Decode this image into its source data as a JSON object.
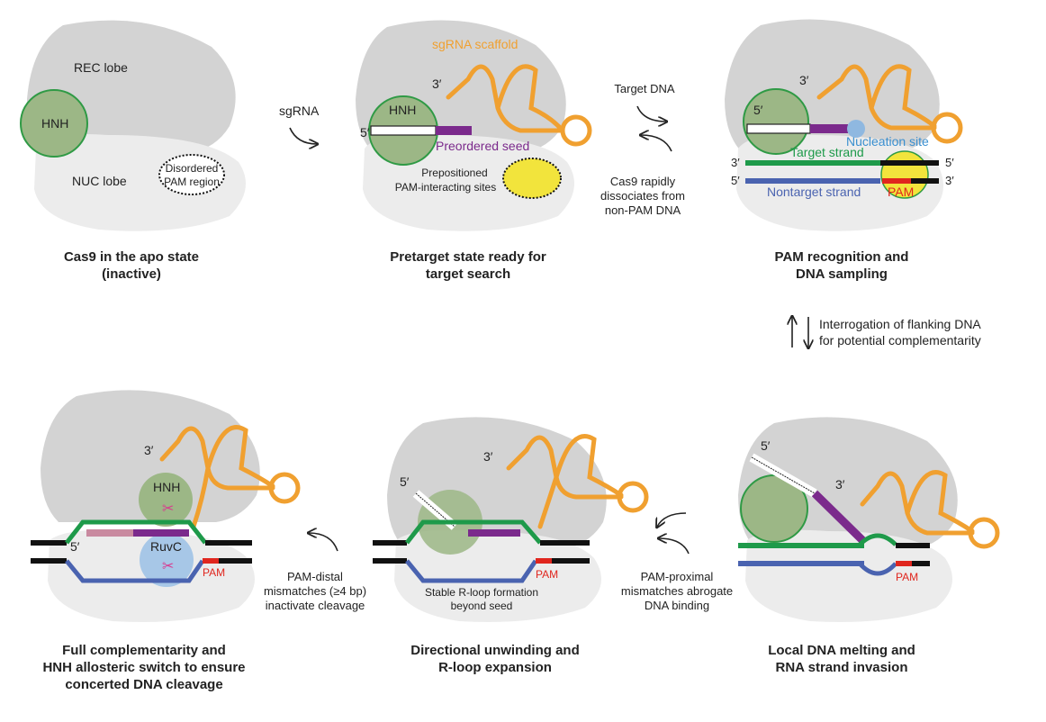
{
  "panel1": {
    "rec_lobe": "REC lobe",
    "hnh": "HNH",
    "nuc_lobe": "NUC lobe",
    "disordered_1": "Disordered",
    "disordered_2": "PAM region",
    "caption_1": "Cas9 in the apo state",
    "caption_2": "(inactive)"
  },
  "arrow1": {
    "label": "sgRNA"
  },
  "panel2": {
    "scaffold": "sgRNA scaffold",
    "three_prime": "3′",
    "five_prime": "5′",
    "hnh": "HNH",
    "seed": "Preordered seed",
    "sites_1": "Prepositioned",
    "sites_2": "PAM-interacting sites",
    "caption_1": "Pretarget state ready for",
    "caption_2": "target search"
  },
  "arrow2": {
    "label_top": "Target DNA",
    "label_bottom_1": "Cas9 rapidly",
    "label_bottom_2": "dissociates from",
    "label_bottom_3": "non-PAM DNA"
  },
  "panel3": {
    "three_prime": "3′",
    "five_prime": "5′",
    "nucleation": "Nucleation site",
    "target_strand": "Target strand",
    "nontarget_strand": "Nontarget strand",
    "pam": "PAM",
    "end_tl": "3′",
    "end_tr": "5′",
    "end_bl": "5′",
    "end_br": "3′",
    "caption_1": "PAM recognition and",
    "caption_2": "DNA sampling"
  },
  "arrow_vertical": {
    "label_1": "Interrogation of flanking DNA",
    "label_2": "for potential complementarity"
  },
  "panel4": {
    "three_prime": "3′",
    "five_prime": "5′",
    "pam": "PAM",
    "caption_1": "Local DNA melting and",
    "caption_2": "RNA strand invasion"
  },
  "arrow4": {
    "label_1": "PAM-proximal",
    "label_2": "mismatches abrogate",
    "label_3": "DNA binding"
  },
  "panel5": {
    "three_prime": "3′",
    "five_prime": "5′",
    "pam": "PAM",
    "rloop_1": "Stable R-loop formation",
    "rloop_2": "beyond seed",
    "caption_1": "Directional unwinding and",
    "caption_2": "R-loop expansion"
  },
  "arrow5": {
    "label_1": "PAM-distal",
    "label_2": "mismatches (≥4 bp)",
    "label_3": "inactivate cleavage"
  },
  "panel6": {
    "three_prime": "3′",
    "five_prime": "5′",
    "hnh": "HNH",
    "ruvc": "RuvC",
    "pam": "PAM",
    "caption_1": "Full complementarity and",
    "caption_2": "HNH allosteric switch to ensure",
    "caption_3": "concerted DNA cleavage"
  },
  "colors": {
    "protein_gray": "#d3d3d3",
    "protein_light": "#ececec",
    "hnh_green": "#9cb786",
    "hnh_edge": "#2f9a45",
    "rna_orange": "#f0a030",
    "seed_purple": "#7b2a8c",
    "target_green": "#1e9a4a",
    "nontarget_blue": "#4a63b0",
    "pam_red": "#e0261e",
    "pam_yellow": "#f2e43c",
    "nucleation_blue": "#8fb8e0",
    "ruvc_blue": "#a7c7e7",
    "scissors_pink": "#d83a8f"
  }
}
